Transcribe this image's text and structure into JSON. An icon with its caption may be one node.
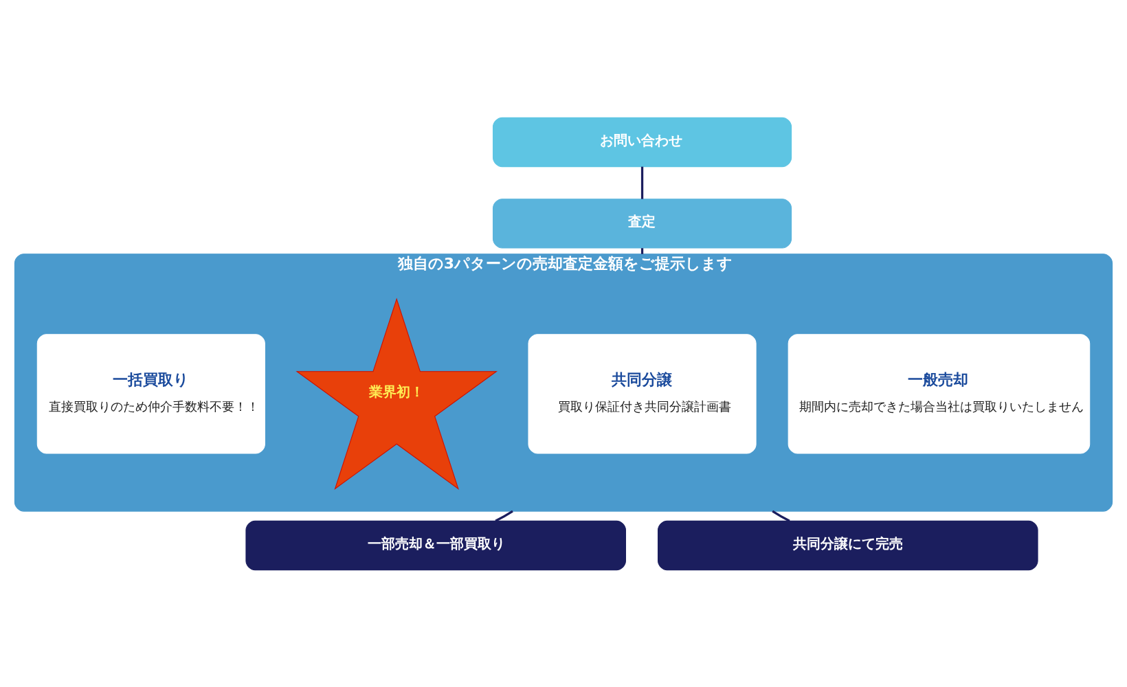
{
  "diagram": {
    "nodes": [
      {
        "text": [
          "お問い合わせ"
        ]
      },
      {
        "text": [
          "査定"
        ]
      },
      {
        "text": [
          "独自の3パターンの売却査定金額をご提示します"
        ]
      },
      {
        "text": [
          "一般売却",
          "期間内に売却できた場合当社は買取りいたしません"
        ],
        "in": 2
      },
      {
        "text": [
          "共同分譲",
          "買取り保証付き共同分譲計画書"
        ],
        "in": 2
      },
      {
        "text": [
          "業界初！"
        ],
        "in": 2
      },
      {
        "text": [
          "一括買取り",
          "直接買取りのため仲介手数料不要！！"
        ],
        "in": 2
      },
      {
        "text": [
          "一部売却＆一部買取り"
        ]
      },
      {
        "text": [
          "共同分譲にて完売"
        ]
      }
    ],
    "edges": [
      {
        "from": 0,
        "to": 1,
        "arrow": "none"
      },
      {
        "from": 1,
        "to": 2,
        "arrow": "none"
      },
      {
        "from": 2,
        "to": 7,
        "arrow": "none"
      },
      {
        "from": 2,
        "to": 8,
        "arrow": "none"
      }
    ]
  }
}
